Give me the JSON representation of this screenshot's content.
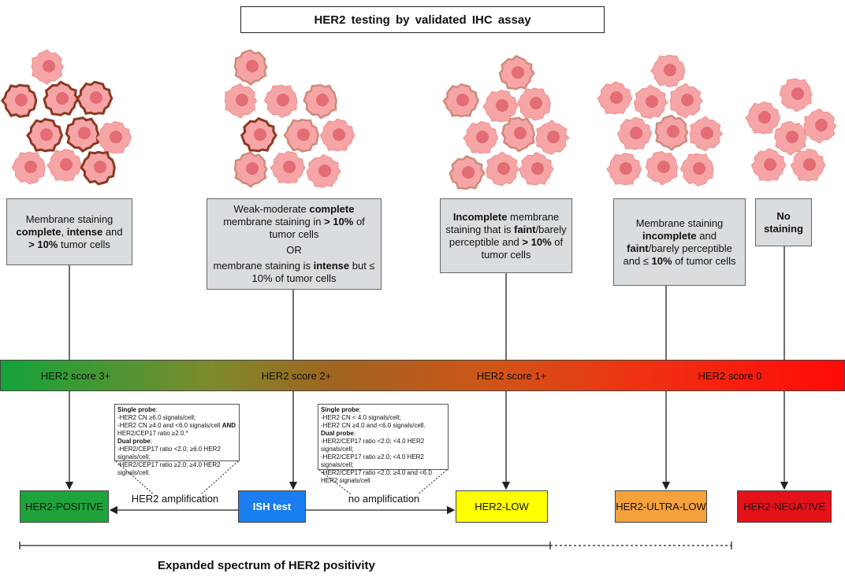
{
  "title": "HER2 testing by validated IHC assay",
  "descriptions": [
    {
      "parts": [
        [
          "Membrane staining ",
          false
        ],
        [
          "complete",
          true
        ],
        [
          ", ",
          false
        ],
        [
          "intense",
          true
        ],
        [
          " and ",
          false
        ],
        [
          "> 10%",
          true
        ],
        [
          " tumor cells",
          false
        ]
      ]
    },
    {
      "parts": [
        [
          "Weak-moderate ",
          false
        ],
        [
          "complete",
          true
        ],
        [
          " membrane staining in ",
          false
        ],
        [
          "> 10%",
          true
        ],
        [
          " of tumor cells",
          false
        ]
      ],
      "or": "OR",
      "parts2": [
        [
          "membrane staining is ",
          false
        ],
        [
          "intense",
          true
        ],
        [
          " but  ≤ 10% of tumor cells",
          false
        ]
      ]
    },
    {
      "parts": [
        [
          "Incomplete",
          true
        ],
        [
          " membrane staining that is ",
          false
        ],
        [
          "faint",
          true
        ],
        [
          "/barely perceptible and  ",
          false
        ],
        [
          "> 10%",
          true
        ],
        [
          " of tumor cells",
          false
        ]
      ]
    },
    {
      "parts": [
        [
          "Membrane staining ",
          false
        ],
        [
          "incomplete",
          true
        ],
        [
          " and ",
          false
        ],
        [
          "faint",
          true
        ],
        [
          "/barely perceptible and ≤ ",
          false
        ],
        [
          "10%",
          true
        ],
        [
          " of tumor cells",
          false
        ]
      ]
    },
    {
      "parts": [
        [
          "No staining",
          true
        ]
      ]
    }
  ],
  "scores": [
    "HER2 score 3+",
    "HER2 score 2+",
    "HER2 score 1+",
    "HER2 score 0"
  ],
  "probe_positive": {
    "single_title": "Single probe",
    "single": [
      "-HER2 CN ≥6.0 signals/cell;",
      "-HER2 CN ≥4.0 and <6.0 signals/cell",
      "AND",
      "HER2/CEP17 ratio ≥2.0.*"
    ],
    "dual_title": "Dual probe",
    "dual": [
      "-HER2/CEP17 ratio <2.0; ≥6.0 HER2 signals/cell;",
      "-HER2/CEP17 ratio ≥2.0; ≥4.0 HER2 signals/cell."
    ]
  },
  "probe_negative": {
    "single_title": "Single probe",
    "single": [
      "-HER2 CN < 4.0 signals/cell;",
      "-HER2 CN  ≥4.0 and <6.0 signals/cell."
    ],
    "dual_title": "Dual probe",
    "dual": [
      "-HER2/CEP17 ratio <2.0; <4.0 HER2 signals/cell;",
      "-HER2/CEP17 ratio ≥2.0; <4.0 HER2 signals/cell;",
      "-HER2/CEP17 ratio <2.0; ≥4.0 and <6.0 HER2 signals/cell"
    ]
  },
  "results": {
    "positive": {
      "label": "HER2-POSITIVE",
      "color": "#1ea43a"
    },
    "ish": {
      "label": "ISH test",
      "color": "#1a7ef0"
    },
    "low": {
      "label": "HER2-LOW",
      "color": "#ffff00"
    },
    "ultralow": {
      "label": "HER2-ULTRA-LOW",
      "color": "#f5a13c"
    },
    "negative": {
      "label": "HER2-NEGATIVE",
      "color": "#e5121a"
    }
  },
  "arrows": {
    "amplification": "HER2 amplification",
    "no_amplification": "no amplification"
  },
  "footer": "Expanded spectrum of HER2 positivity"
}
